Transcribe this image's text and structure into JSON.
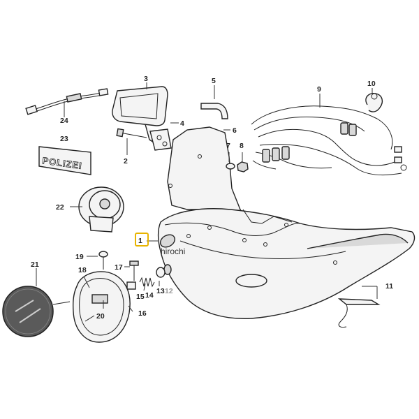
{
  "callouts": [
    "1",
    "2",
    "3",
    "4",
    "5",
    "6",
    "7",
    "8",
    "9",
    "10",
    "11",
    "12",
    "13",
    "14",
    "15",
    "16",
    "17",
    "18",
    "19",
    "20",
    "21",
    "22",
    "23",
    "24"
  ],
  "plate_text": "POLIZEI",
  "watermark": "hirochi",
  "highlight_color": "#e8b400"
}
